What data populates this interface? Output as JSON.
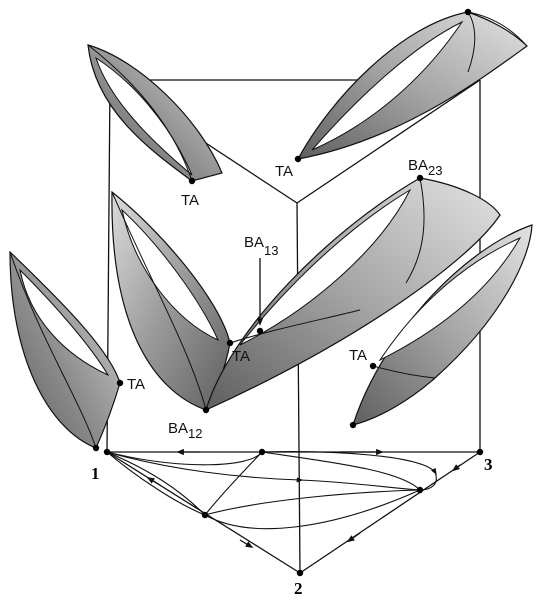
{
  "labels": {
    "vertex_1": "1",
    "vertex_2": "2",
    "vertex_3": "3",
    "ta": "TA",
    "ba12_base": "BA",
    "ba12_sub": "12",
    "ba13_base": "BA",
    "ba13_sub": "13",
    "ba23_base": "BA",
    "ba23_sub": "23"
  },
  "colors": {
    "line": "#111111",
    "surface_dark": "#5f5f5f",
    "surface_mid": "#9a9a9a",
    "surface_light": "#dcdcdc",
    "background": "#ffffff"
  }
}
